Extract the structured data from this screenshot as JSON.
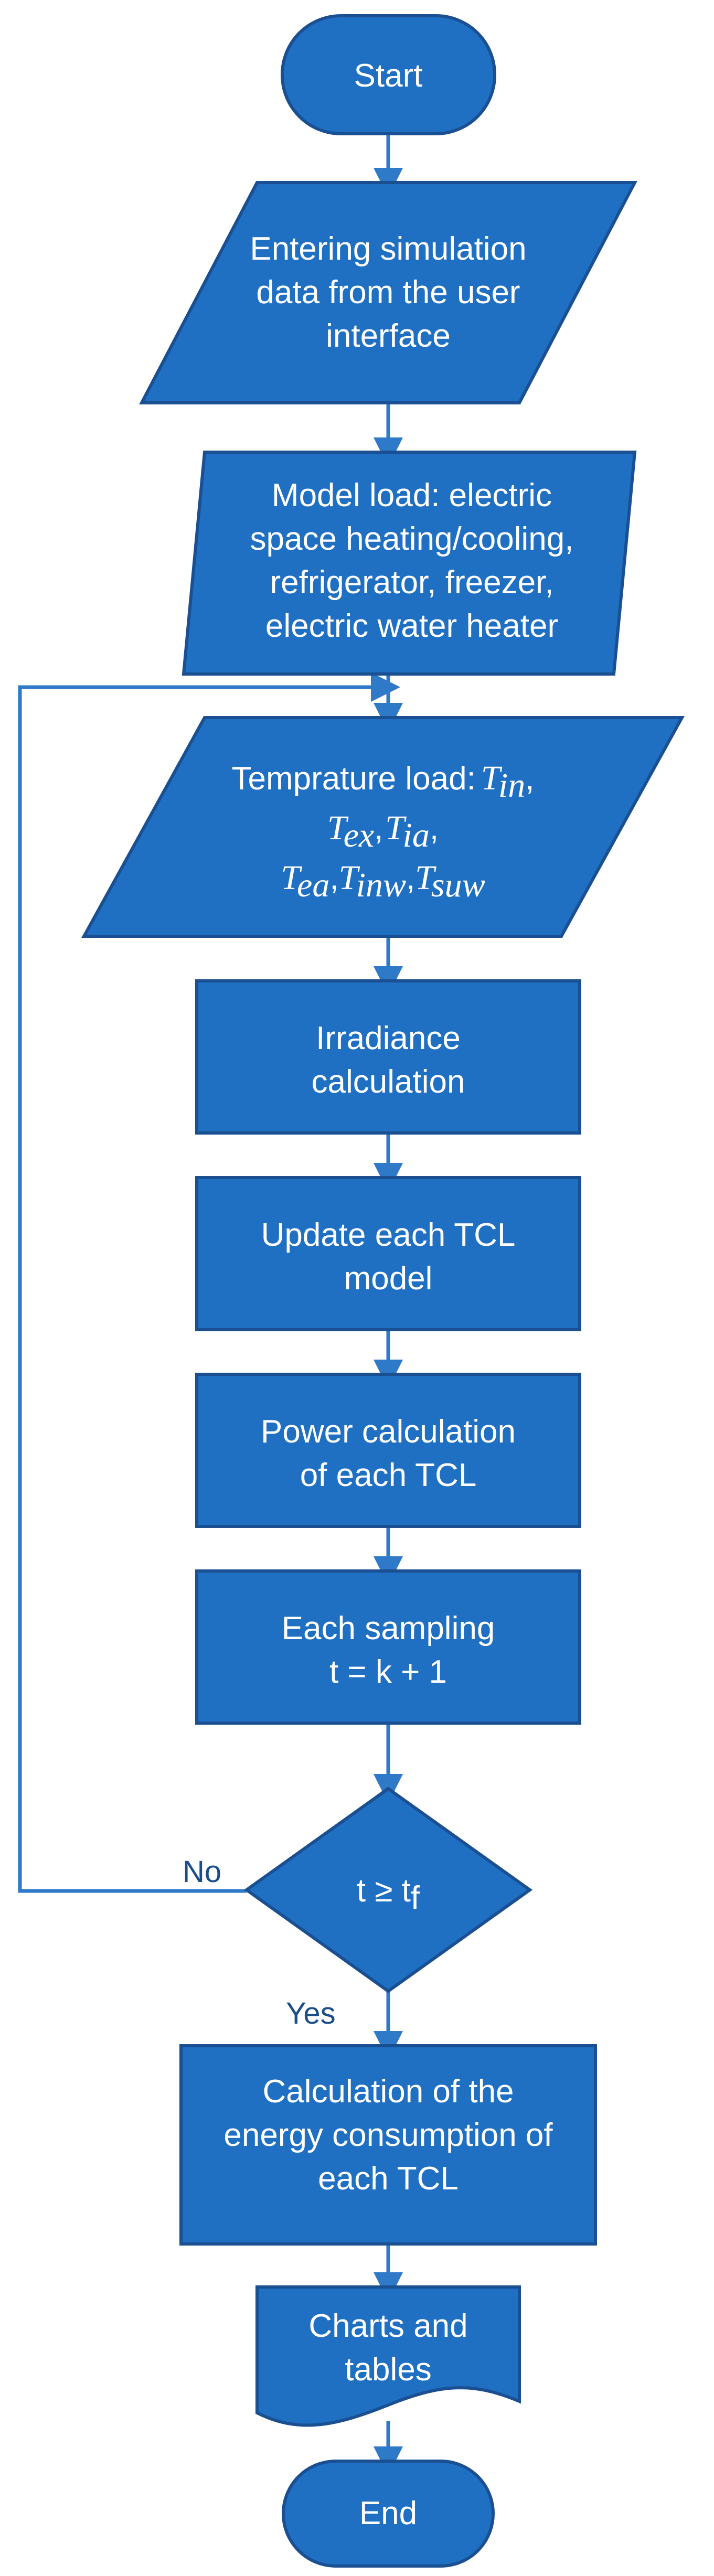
{
  "start": "Start",
  "entering": [
    "Entering simulation",
    "data from the user",
    "interface"
  ],
  "model_load": [
    "Model load: electric",
    "space heating/cooling,",
    "refrigerator, freezer,",
    "electric water heater"
  ],
  "temp_load": {
    "label": "Temprature load:",
    "vars": [
      {
        "base": "T",
        "sub": "in"
      },
      {
        "base": "T",
        "sub": "ex"
      },
      {
        "base": "T",
        "sub": "ia"
      },
      {
        "base": "T",
        "sub": "ea"
      },
      {
        "base": "T",
        "sub": "inw"
      },
      {
        "base": "T",
        "sub": "suw"
      }
    ]
  },
  "irradiance": [
    "Irradiance",
    "calculation"
  ],
  "update_tcl": [
    "Update each TCL",
    "model"
  ],
  "power_calc": [
    "Power calculation",
    "of each TCL"
  ],
  "sampling": [
    "Each sampling",
    "t = k + 1"
  ],
  "decision": {
    "text": "t ≥ t",
    "sub": "f"
  },
  "no_label": "No",
  "yes_label": "Yes",
  "energy_calc": [
    "Calculation of the",
    "energy consumption of",
    "each TCL"
  ],
  "charts": [
    "Charts and",
    "tables"
  ],
  "end": "End",
  "colors": {
    "fill": "#1f6fc2",
    "stroke": "#1a4f91",
    "connector": "#2f79c9",
    "label": "#1b4e88"
  }
}
